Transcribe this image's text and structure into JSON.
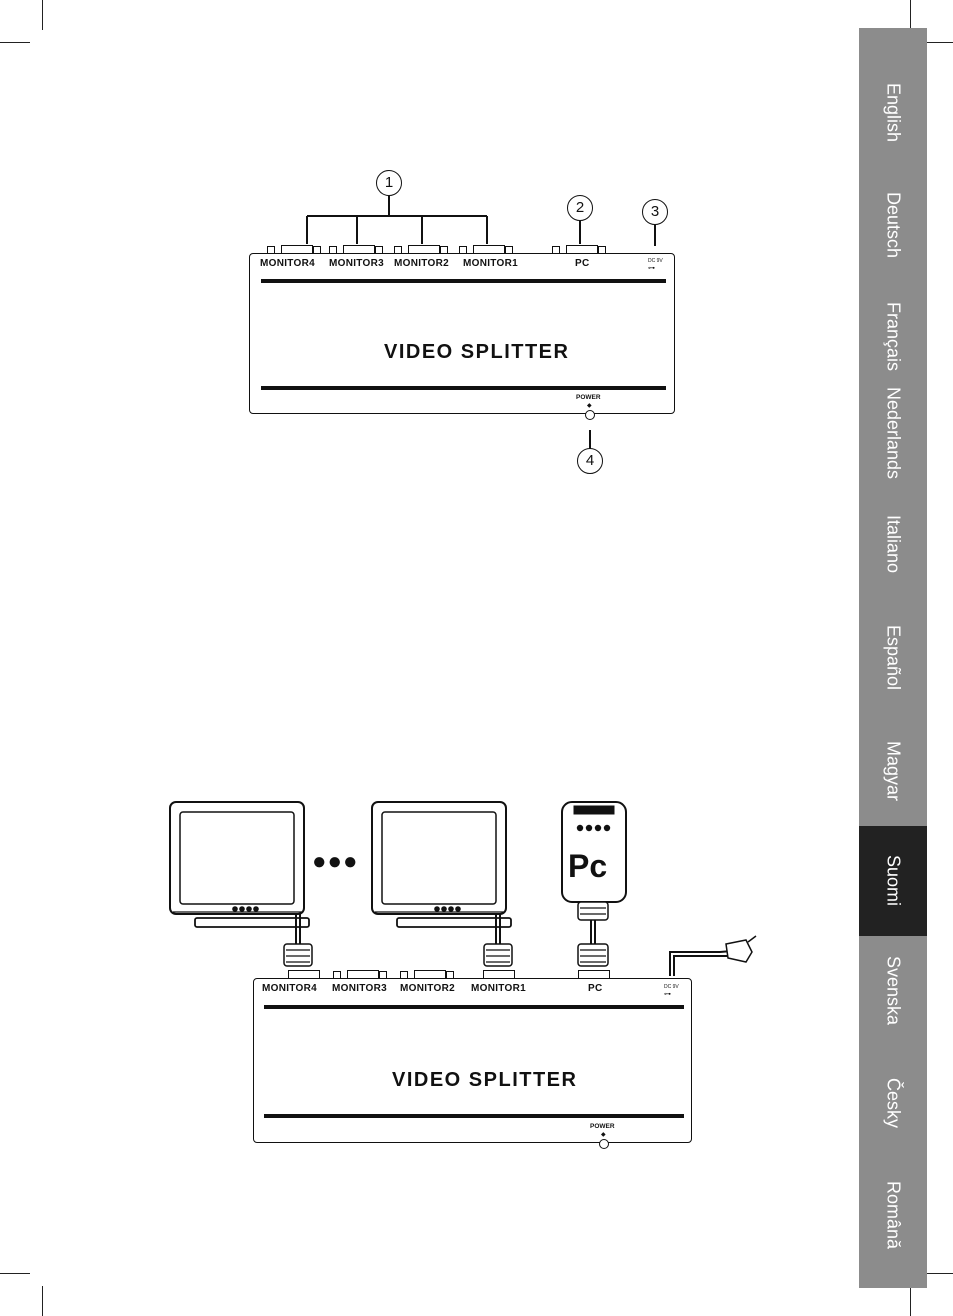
{
  "languages": [
    {
      "label": "English"
    },
    {
      "label": "Deutsch"
    },
    {
      "label": "Français"
    },
    {
      "label": "Nederlands"
    },
    {
      "label": "Italiano"
    },
    {
      "label": "Español"
    },
    {
      "label": "Magyar"
    },
    {
      "label": "Suomi",
      "active": true
    },
    {
      "label": "Svenska"
    },
    {
      "label": "Česky"
    },
    {
      "label": "Română"
    }
  ],
  "diagram1": {
    "callouts": [
      "1",
      "2",
      "3",
      "4"
    ],
    "ports": [
      "MONITOR4",
      "MONITOR3",
      "MONITOR2",
      "MONITOR1",
      "PC"
    ],
    "dc_label": "DC 9V",
    "title": "VIDEO SPLITTER",
    "power_label": "POWER"
  },
  "diagram2": {
    "ports": [
      "MONITOR4",
      "MONITOR3",
      "MONITOR2",
      "MONITOR1",
      "PC"
    ],
    "dc_label": "DC 9V",
    "title": "VIDEO SPLITTER",
    "power_label": "POWER",
    "pc_label": "Pc",
    "ellipsis": "●●●"
  },
  "colors": {
    "strip": "#8c8c8c",
    "active_tab": "#222222",
    "ink": "#111111"
  }
}
